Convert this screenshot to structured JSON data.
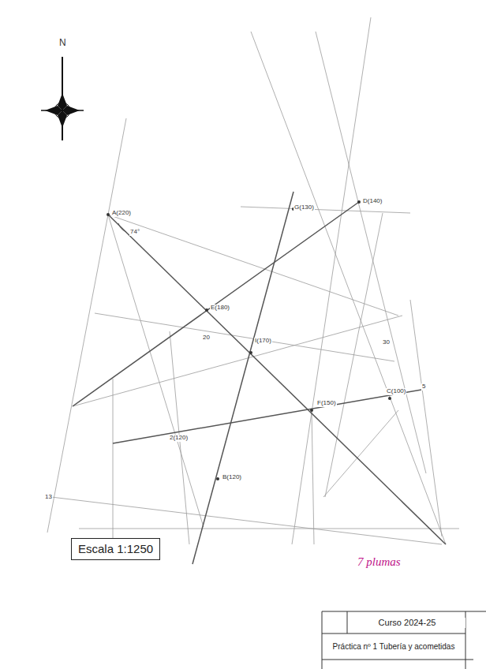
{
  "diagram": {
    "nodes": [
      {
        "text": [
          "Escala 1:1250"
        ]
      },
      {
        "text": [
          "Curso 2024-25"
        ]
      },
      {
        "text": [
          "Práctica nº 1 Tubería y acometidas"
        ]
      }
    ],
    "labels": [
      "N",
      "A(220)",
      "74°",
      "G(130)",
      "D(140)",
      "E(180)",
      "I(170)",
      "F(150)",
      "C(100)",
      "2(120)",
      "B(120)",
      "20",
      "30",
      "5",
      "13",
      "7 plumas"
    ]
  }
}
